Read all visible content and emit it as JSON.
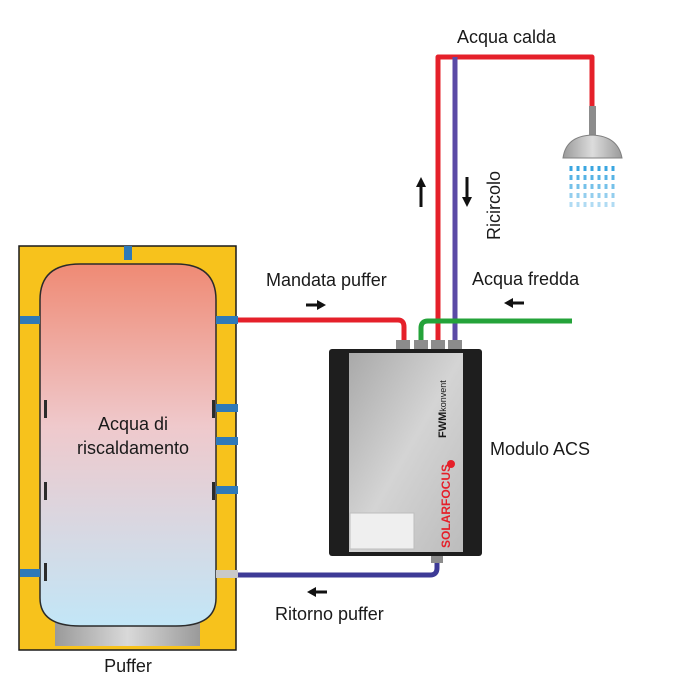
{
  "labels": {
    "hot_water": "Acqua calda",
    "recirculation": "Ricircolo",
    "buffer_flow": "Mandata puffer",
    "cold_water": "Acqua fredda",
    "module": "Modulo ACS",
    "buffer_return": "Ritorno puffer",
    "tank_content_line1": "Acqua di",
    "tank_content_line2": "riscaldamento",
    "tank": "Puffer"
  },
  "module_branding": {
    "brand": "SOLARFOCUS",
    "model_prefix": "FWM",
    "model_suffix": "konvent"
  },
  "colors": {
    "hot_pipe": "#e5202a",
    "cold_pipe": "#24a33a",
    "return_pipe": "#3d3a96",
    "recirc_pipe": "#5b4aa6",
    "insulation": "#f7c21c",
    "tank_top": "#ef8a74",
    "tank_bottom": "#c2e6f7",
    "module_body": "#bdbdbd",
    "shower_drops": "#3aa6e0"
  },
  "icons": [
    "arrow-up-icon",
    "arrow-down-icon",
    "arrow-right-icon",
    "arrow-left-icon",
    "shower-head-icon",
    "solarfocus-logo-icon"
  ]
}
